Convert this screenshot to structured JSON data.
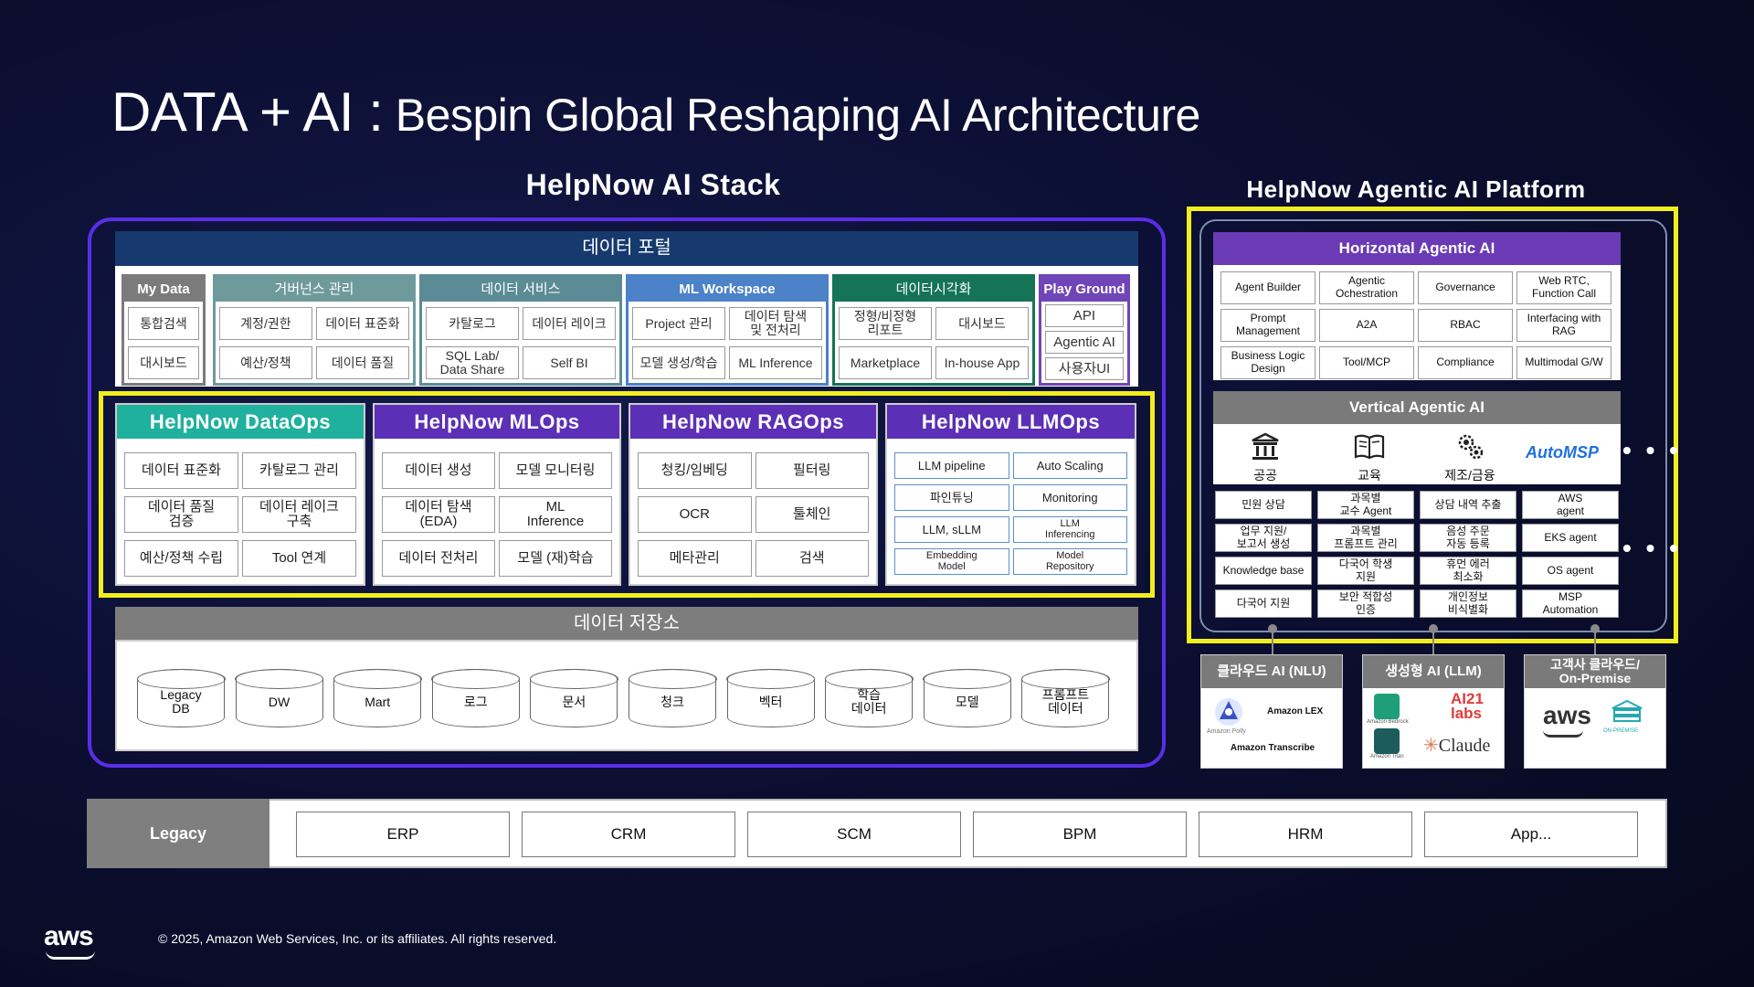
{
  "title": {
    "main": "DATA + AI :",
    "sub": " Bespin Global Reshaping AI Architecture"
  },
  "stack": {
    "title": "HelpNow AI  Stack",
    "portal": {
      "header": "데이터 포털",
      "columns": [
        {
          "title": "My Data",
          "color": "#7b7b7b",
          "items": [
            "통합검색",
            "대시보드"
          ]
        },
        {
          "title": "거버넌스 관리",
          "color": "#6f9a9b",
          "items": [
            "계정/권한",
            "데이터 표준화",
            "예산/정책",
            "데이터 품질"
          ]
        },
        {
          "title": "데이터 서비스",
          "color": "#5b8c96",
          "items": [
            "카탈로그",
            "데이터 레이크",
            "SQL Lab/\nData Share",
            "Self BI"
          ]
        },
        {
          "title": "ML Workspace",
          "color": "#4b82c8",
          "items": [
            "Project 관리",
            "데이터 탐색\n및 전처리",
            "모델 생성/학습",
            "ML Inference"
          ]
        },
        {
          "title": "데이터시각화",
          "color": "#157356",
          "items": [
            "정형/비정형\n리포트",
            "대시보드",
            "Marketplace",
            "In-house App"
          ]
        },
        {
          "title": "Play Ground",
          "color": "#7045b8",
          "items": [
            "API",
            "Agentic AI",
            "사용자UI"
          ]
        }
      ]
    },
    "ops": [
      {
        "title": "HelpNow DataOps",
        "color": "#20b09e",
        "items": [
          "데이터 표준화",
          "카탈로그    관리",
          "데이터 품질\n검증",
          "데이터 레이크\n구축",
          "예산/정책 수립",
          "Tool 연계"
        ]
      },
      {
        "title": "HelpNow MLOps",
        "color": "#5b2fb6",
        "items": [
          "데이터 생성",
          "모델 모니터링",
          "데이터 탐색\n(EDA)",
          "ML\nInference",
          "데이터 전처리",
          "모델 (재)학습"
        ]
      },
      {
        "title": "HelpNow RAGOps",
        "color": "#5b2fb6",
        "items": [
          "청킹/임베딩",
          "필터링",
          "OCR",
          "툴체인",
          "메타관리",
          "검색"
        ]
      },
      {
        "title": "HelpNow LLMOps",
        "color": "#5b2fb6",
        "items": [
          "LLM pipeline",
          "Auto Scaling",
          "파인튜닝",
          "Monitoring",
          "LLM, sLLM",
          "LLM\nInferencing",
          "Embedding\nModel",
          "Model\nRepository"
        ]
      }
    ],
    "storage": {
      "header": "데이터 저장소",
      "items": [
        "Legacy\nDB",
        "DW",
        "Mart",
        "로그",
        "문서",
        "청크",
        "벡터",
        "학습\n데이터",
        "모델",
        "프롬프트\n데이터"
      ]
    }
  },
  "legacy": {
    "label": "Legacy",
    "items": [
      "ERP",
      "CRM",
      "SCM",
      "BPM",
      "HRM",
      "App..."
    ]
  },
  "agentic": {
    "title": "HelpNow Agentic AI Platform",
    "horizontal": {
      "header": "Horizontal Agentic AI",
      "items": [
        "Agent Builder",
        "Agentic\nOchestration",
        "Governance",
        "Web RTC,\nFunction Call",
        "Prompt\nManagement",
        "A2A",
        "RBAC",
        "Interfacing with\nRAG",
        "Business Logic\nDesign",
        "Tool/MCP",
        "Compliance",
        "Multimodal G/W"
      ]
    },
    "vertical": {
      "header": "Vertical Agentic AI",
      "domains": [
        {
          "icon": "bank-icon",
          "label": "공공"
        },
        {
          "icon": "book-icon",
          "label": "교육"
        },
        {
          "icon": "gear-icon",
          "label": "제조/금융"
        }
      ],
      "brand": "AutoMSP",
      "dots": "• • •",
      "items": [
        "민원 상담",
        "과목별\n교수 Agent",
        "상담 내역 추출",
        "AWS\nagent",
        "업무 지원/\n보고서 생성",
        "과목별\n프롬프트 관리",
        "음성 주문\n자동 등록",
        "EKS agent",
        "Knowledge base",
        "다국어 학생\n지원",
        "휴먼 에러\n최소화",
        "OS agent",
        "다국어 지원",
        "보안 적합성\n인증",
        "개인정보\n비식별화",
        "MSP\nAutomation"
      ]
    },
    "sources": [
      {
        "title": "클라우드 AI (NLU)",
        "logos": [
          "Amazon LEX",
          "Amazon Transcribe",
          "Amazon Polly"
        ]
      },
      {
        "title": "생성형 AI (LLM)",
        "logos": [
          "Amazon Bedrock",
          "AI21\nlabs",
          "Amazon Titan",
          "Claude"
        ]
      },
      {
        "title": "고객사 클라우드/\nOn-Premise",
        "logos": [
          "aws",
          "ON-PREMISE"
        ]
      }
    ]
  },
  "footer": {
    "logo": "aws",
    "copyright": "© 2025, Amazon Web Services, Inc. or its affiliates. All rights reserved."
  },
  "colors": {
    "frame": "#5a2ee8",
    "highlight": "#f2ee1e",
    "portal": "#173a6e",
    "storage": "#7d7d7d",
    "horizontal": "#6a3bb5",
    "vertical": "#7a7a7a",
    "automsp": "#1f6fe0"
  }
}
